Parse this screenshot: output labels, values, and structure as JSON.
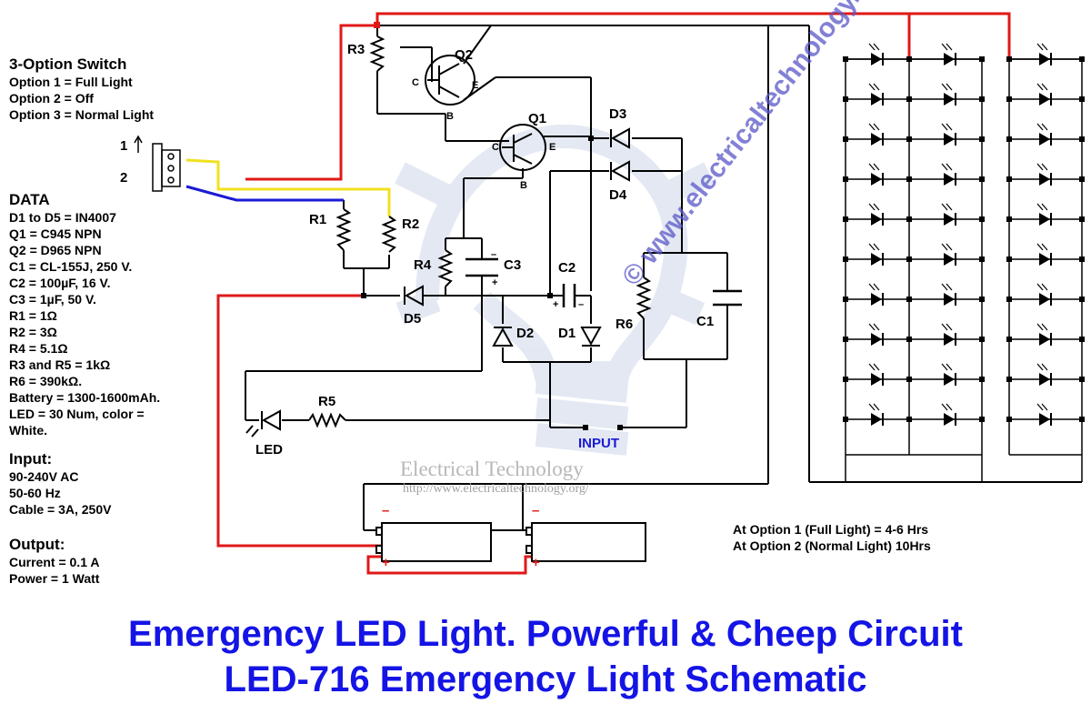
{
  "switch_block": {
    "title": "3-Option Switch",
    "opt1": "Option 1 = Full Light",
    "opt2": "Option 2 = Off",
    "opt3": "Option 3 = Normal Light"
  },
  "data_block": {
    "title": "DATA",
    "lines": [
      "D1 to D5 = IN4007",
      "Q1 = C945 NPN",
      "Q2 = D965 NPN",
      "C1 = CL-155J, 250 V.",
      "C2 = 100µF, 16 V.",
      "C3 = 1µF, 50 V.",
      "R1 = 1Ω",
      "R2 = 3Ω",
      "R4 = 5.1Ω",
      "R3 and R5 = 1kΩ",
      "R6 = 390kΩ.",
      "Battery = 1300-1600mAh.",
      "LED = 30 Num, color =",
      "White."
    ]
  },
  "input_block": {
    "title": "Input:",
    "lines": [
      "90-240V AC",
      "50-60 Hz",
      "Cable = 3A, 250V"
    ]
  },
  "output_block": {
    "title": "Output:",
    "lines": [
      "Current = 0.1 A",
      "Power = 1 Watt"
    ]
  },
  "labels": {
    "r1": "R1",
    "r2": "R2",
    "r3": "R3",
    "r4": "R4",
    "r5": "R5",
    "r6": "R6",
    "q1": "Q1",
    "q2": "Q2",
    "d1": "D1",
    "d2": "D2",
    "d3": "D3",
    "d4": "D4",
    "d5": "D5",
    "c1": "C1",
    "c2": "C2",
    "c3": "C3",
    "led": "LED",
    "input": "INPUT",
    "sw1": "1",
    "sw2": "2",
    "c": "C",
    "e": "E",
    "b": "B",
    "minus": "–",
    "plus": "+"
  },
  "runtime": {
    "line1": "At Option 1 (Full Light) = 4-6 Hrs",
    "line2": "At Option 2 (Normal Light) 10Hrs"
  },
  "watermark": {
    "brand": "Electrical Technology",
    "url": "http://www.electricaltechnology.org/",
    "diagonal": "© www.electricaltechnology.org"
  },
  "title": {
    "line1": "Emergency LED Light. Powerful & Cheep Circuit",
    "line2": "LED-716 Emergency Light Schematic"
  },
  "colors": {
    "wire": "#000000",
    "red_wire": "#e01818",
    "yellow_wire": "#f0e020",
    "blue_wire": "#1a1ad6",
    "title": "#1414e6"
  }
}
